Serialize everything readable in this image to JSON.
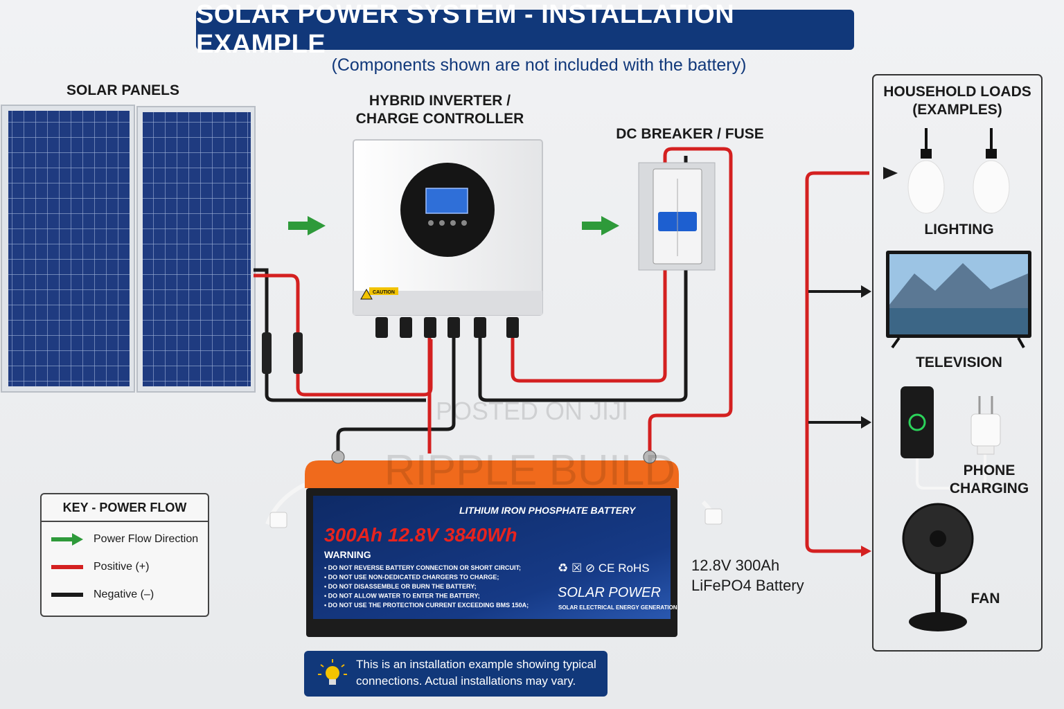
{
  "header": {
    "title": "SOLAR POWER SYSTEM - INSTALLATION EXAMPLE",
    "subtitle": "(Components shown are not included with the battery)"
  },
  "labels": {
    "solar_panels": "SOLAR PANELS",
    "inverter_line1": "HYBRID INVERTER /",
    "inverter_line2": "CHARGE CONTROLLER",
    "breaker": "DC BREAKER / FUSE",
    "loads_line1": "HOUSEHOLD LOADS",
    "loads_line2": "(EXAMPLES)",
    "lighting": "LIGHTING",
    "television": "TELEVISION",
    "phone_line1": "PHONE",
    "phone_line2": "CHARGING",
    "fan": "FAN",
    "battery_side_line1": "12.8V 300Ah",
    "battery_side_line2": "LiFePO4 Battery"
  },
  "inverter": {
    "caution": "CAUTION"
  },
  "battery": {
    "type": "LITHIUM IRON PHOSPHATE BATTERY",
    "spec": "300Ah 12.8V 3840Wh",
    "warning_title": "WARNING",
    "warnings": [
      "• DO NOT REVERSE BATTERY CONNECTION OR SHORT CIRCUIT;",
      "• DO NOT USE NON-DEDICATED CHARGERS TO CHARGE;",
      "• DO NOT DISASSEMBLE OR BURN THE BATTERY;",
      "• DO NOT ALLOW WATER TO ENTER THE BATTERY;",
      "• DO NOT USE THE PROTECTION CURRENT EXCEEDING BMS 150A;"
    ],
    "certs": "♻ ☒ ⊘ CE RoHS",
    "brand": "SOLAR POWER",
    "brand_tagline": "SOLAR ELECTRICAL ENERGY GENERATION"
  },
  "key": {
    "title": "KEY - POWER FLOW",
    "items": [
      {
        "label": "Power Flow Direction",
        "color": "#2e9a3a"
      },
      {
        "label": "Positive (+)",
        "color": "#d42020"
      },
      {
        "label": "Negative (–)",
        "color": "#1a1a1a"
      }
    ]
  },
  "note": {
    "line1": "This is an installation example showing typical",
    "line2": "connections. Actual installations may vary."
  },
  "watermarks": {
    "line1": "POSTED ON JIJI",
    "line2": "RIPPLE BUILD"
  },
  "colors": {
    "navy": "#11387a",
    "positive": "#d42020",
    "negative": "#1a1a1a",
    "flow": "#2e9a3a",
    "battery_top": "#f06a1c"
  }
}
